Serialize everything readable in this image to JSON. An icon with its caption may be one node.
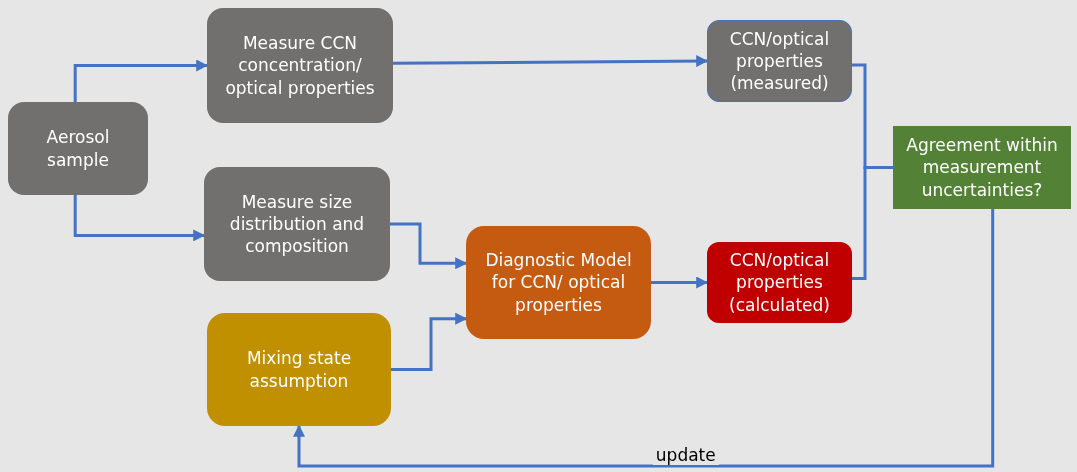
{
  "diagram": {
    "nodes": [
      {
        "text": [
          "Aerosol sample"
        ]
      },
      {
        "text": [
          "Measure CCN concentration/ optical properties"
        ]
      },
      {
        "text": [
          "Measure size distribution and composition"
        ]
      },
      {
        "text": [
          "Mixing state assumption"
        ]
      },
      {
        "text": [
          "Diagnostic Model for CCN/ optical properties"
        ]
      },
      {
        "text": [
          "CCN/optical properties (measured)"
        ]
      },
      {
        "text": [
          "CCN/optical properties (calculated)"
        ]
      },
      {
        "text": [
          "Agreement within measurement uncertainties?"
        ]
      }
    ],
    "edges": [
      {
        "from": 0,
        "to": 1,
        "arrow": "to"
      },
      {
        "from": 0,
        "to": 2,
        "arrow": "to"
      },
      {
        "from": 1,
        "to": 5,
        "arrow": "to"
      },
      {
        "from": 2,
        "to": 4,
        "arrow": "to"
      },
      {
        "from": 3,
        "to": 4,
        "arrow": "to"
      },
      {
        "from": 4,
        "to": 6,
        "arrow": "to"
      },
      {
        "from": 5,
        "to": 7,
        "arrow": "none"
      },
      {
        "from": 6,
        "to": 7,
        "arrow": "none"
      },
      {
        "from": 7,
        "to": 3,
        "arrow": "to",
        "label": "update"
      }
    ]
  }
}
